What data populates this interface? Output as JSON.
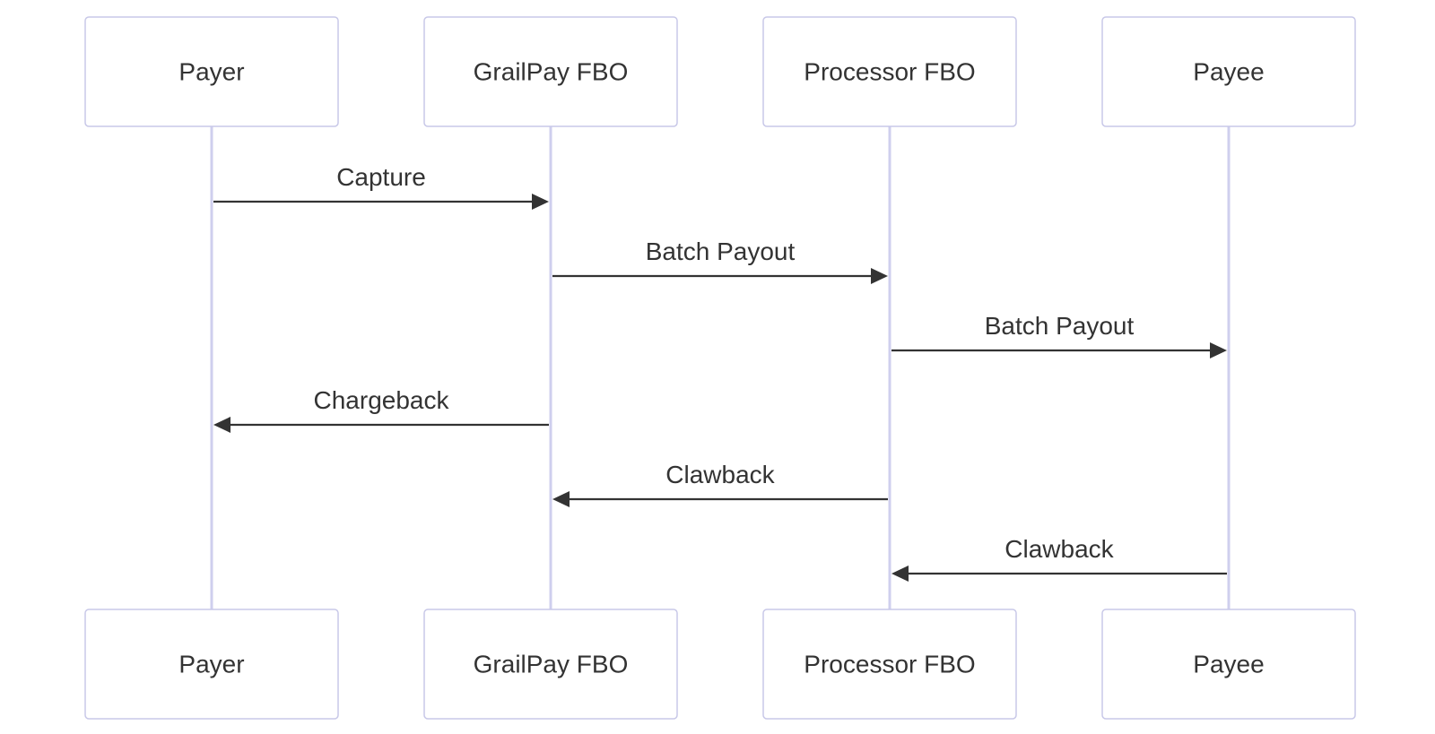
{
  "participants": [
    {
      "id": "payer",
      "label": "Payer"
    },
    {
      "id": "grailpay",
      "label": "GrailPay FBO"
    },
    {
      "id": "processor",
      "label": "Processor FBO"
    },
    {
      "id": "payee",
      "label": "Payee"
    }
  ],
  "messages": [
    {
      "from": 0,
      "to": 1,
      "label": "Capture"
    },
    {
      "from": 1,
      "to": 2,
      "label": "Batch Payout"
    },
    {
      "from": 2,
      "to": 3,
      "label": "Batch Payout"
    },
    {
      "from": 1,
      "to": 0,
      "label": "Chargeback"
    },
    {
      "from": 2,
      "to": 1,
      "label": "Clawback"
    },
    {
      "from": 3,
      "to": 2,
      "label": "Clawback"
    }
  ],
  "colors": {
    "actor_border": "#c8c8e8",
    "lifeline": "#cfcfee",
    "message": "#333333",
    "text": "#333333"
  }
}
